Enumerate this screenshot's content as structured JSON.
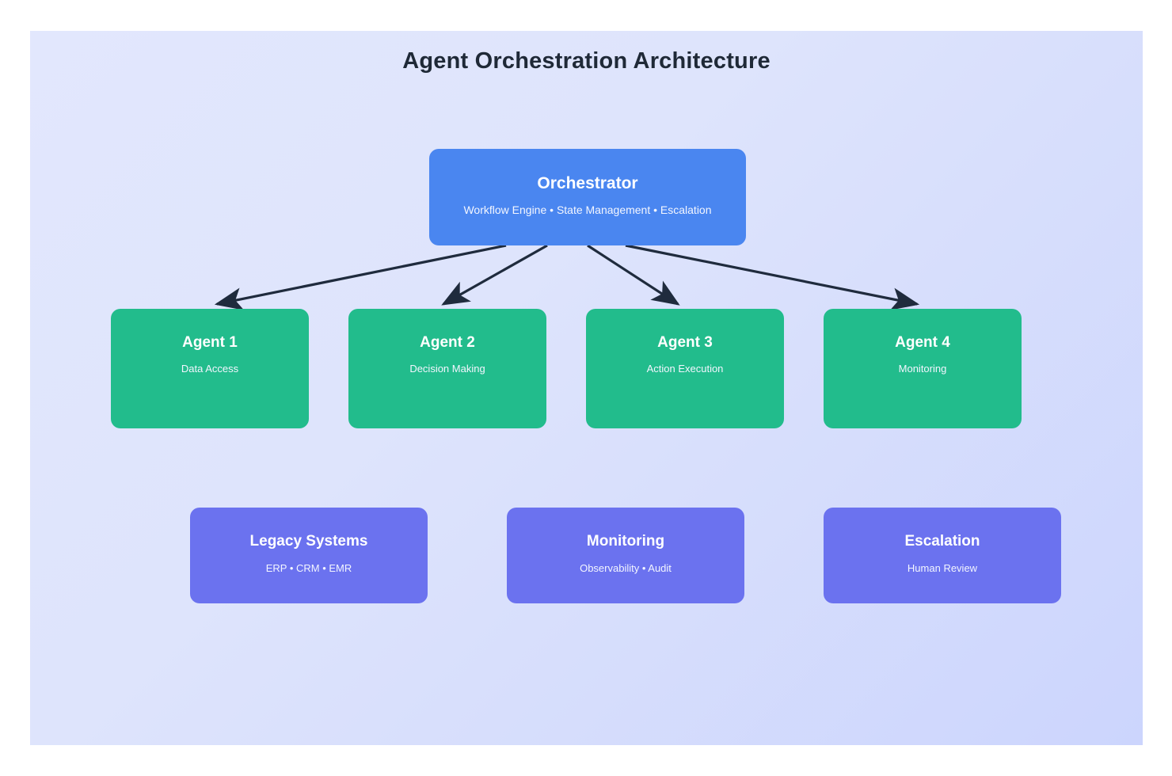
{
  "diagram": {
    "title": "Agent Orchestration Architecture",
    "background_gradient_from": "#e2e7fd",
    "background_gradient_to": "#ccd5fd",
    "edge_color": "#1f2b3d"
  },
  "nodes": {
    "orchestrator": {
      "title": "Orchestrator",
      "subtitle": "Workflow Engine • State Management • Escalation",
      "color": "#4a86f0"
    },
    "agents": [
      {
        "title": "Agent 1",
        "subtitle": "Data Access",
        "color": "#22bc8c"
      },
      {
        "title": "Agent 2",
        "subtitle": "Decision Making",
        "color": "#22bc8c"
      },
      {
        "title": "Agent 3",
        "subtitle": "Action Execution",
        "color": "#22bc8c"
      },
      {
        "title": "Agent 4",
        "subtitle": "Monitoring",
        "color": "#22bc8c"
      }
    ],
    "support": [
      {
        "title": "Legacy Systems",
        "subtitle": "ERP • CRM • EMR",
        "color": "#6b72ef"
      },
      {
        "title": "Monitoring",
        "subtitle": "Observability • Audit",
        "color": "#6b72ef"
      },
      {
        "title": "Escalation",
        "subtitle": "Human Review",
        "color": "#6b72ef"
      }
    ]
  },
  "edges": [
    {
      "from": "orchestrator",
      "to": "agent-1"
    },
    {
      "from": "orchestrator",
      "to": "agent-2"
    },
    {
      "from": "orchestrator",
      "to": "agent-3"
    },
    {
      "from": "orchestrator",
      "to": "agent-4"
    }
  ]
}
